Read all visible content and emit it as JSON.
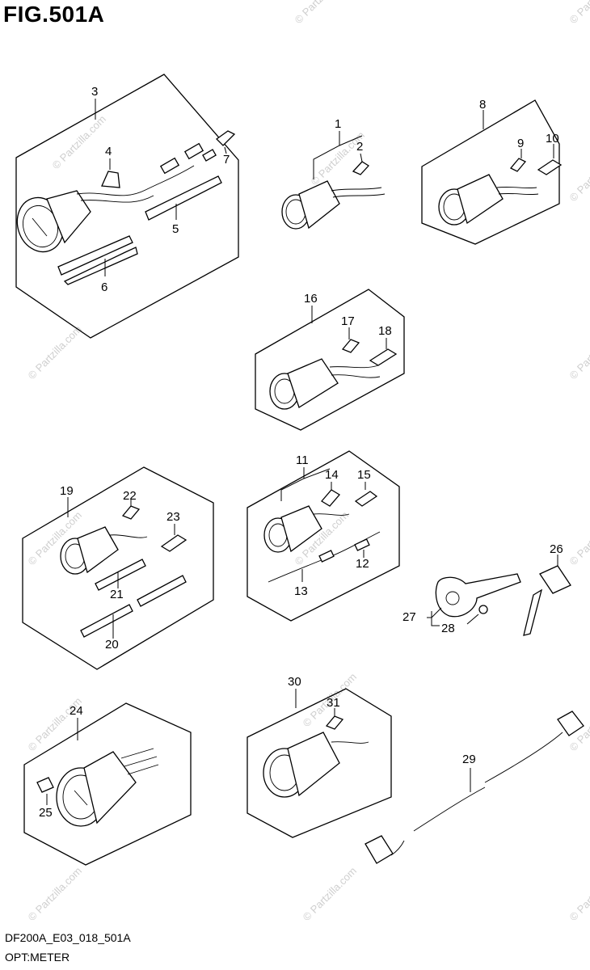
{
  "figure": {
    "title": "FIG.501A",
    "code": "DF200A_E03_018_501A",
    "name": "OPT:METER"
  },
  "watermark": "© Partzilla.com",
  "callouts": {
    "c1": "1",
    "c2": "2",
    "c3": "3",
    "c4": "4",
    "c5": "5",
    "c6": "6",
    "c7": "7",
    "c8": "8",
    "c9": "9",
    "c10": "10",
    "c11": "11",
    "c12": "12",
    "c13": "13",
    "c14": "14",
    "c15": "15",
    "c16": "16",
    "c17": "17",
    "c18": "18",
    "c19": "19",
    "c20": "20",
    "c21": "21",
    "c22": "22",
    "c23": "23",
    "c24": "24",
    "c25": "25",
    "c26": "26",
    "c27": "27",
    "c28": "28",
    "c29": "29",
    "c30": "30",
    "c31": "31"
  }
}
